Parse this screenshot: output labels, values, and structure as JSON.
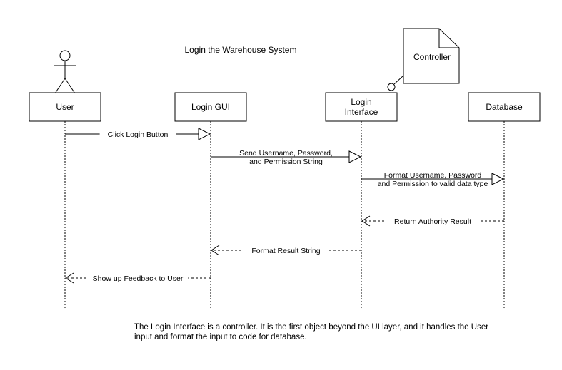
{
  "title": "Login the Warehouse System",
  "lifelines": [
    {
      "id": "user",
      "label_lines": [
        "User"
      ],
      "kind": "actor"
    },
    {
      "id": "gui",
      "label_lines": [
        "Login GUI"
      ],
      "kind": "object"
    },
    {
      "id": "iface",
      "label_lines": [
        "Login",
        "Interface"
      ],
      "kind": "object"
    },
    {
      "id": "db",
      "label_lines": [
        "Database"
      ],
      "kind": "object"
    }
  ],
  "note": {
    "label": "Controller",
    "attached_to": "iface"
  },
  "messages": [
    {
      "from": "user",
      "to": "gui",
      "style": "solid",
      "label_lines": [
        "Click Login Button"
      ]
    },
    {
      "from": "gui",
      "to": "iface",
      "style": "solid",
      "label_lines": [
        "Send Username, Password,",
        "and Permission String"
      ]
    },
    {
      "from": "iface",
      "to": "db",
      "style": "solid",
      "label_lines": [
        "Format Username, Password",
        "and Permission to valid data type"
      ]
    },
    {
      "from": "db",
      "to": "iface",
      "style": "dashed",
      "label_lines": [
        "Return Authority Result"
      ]
    },
    {
      "from": "iface",
      "to": "gui",
      "style": "dashed",
      "label_lines": [
        "Format Result String"
      ]
    },
    {
      "from": "gui",
      "to": "user",
      "style": "dashed",
      "label_lines": [
        "Show up Feedback to User"
      ]
    }
  ],
  "footnote_lines": [
    "The Login Interface is a controller. It is the first object beyond the UI layer, and it handles the User",
    "input and format the input to code for database."
  ]
}
